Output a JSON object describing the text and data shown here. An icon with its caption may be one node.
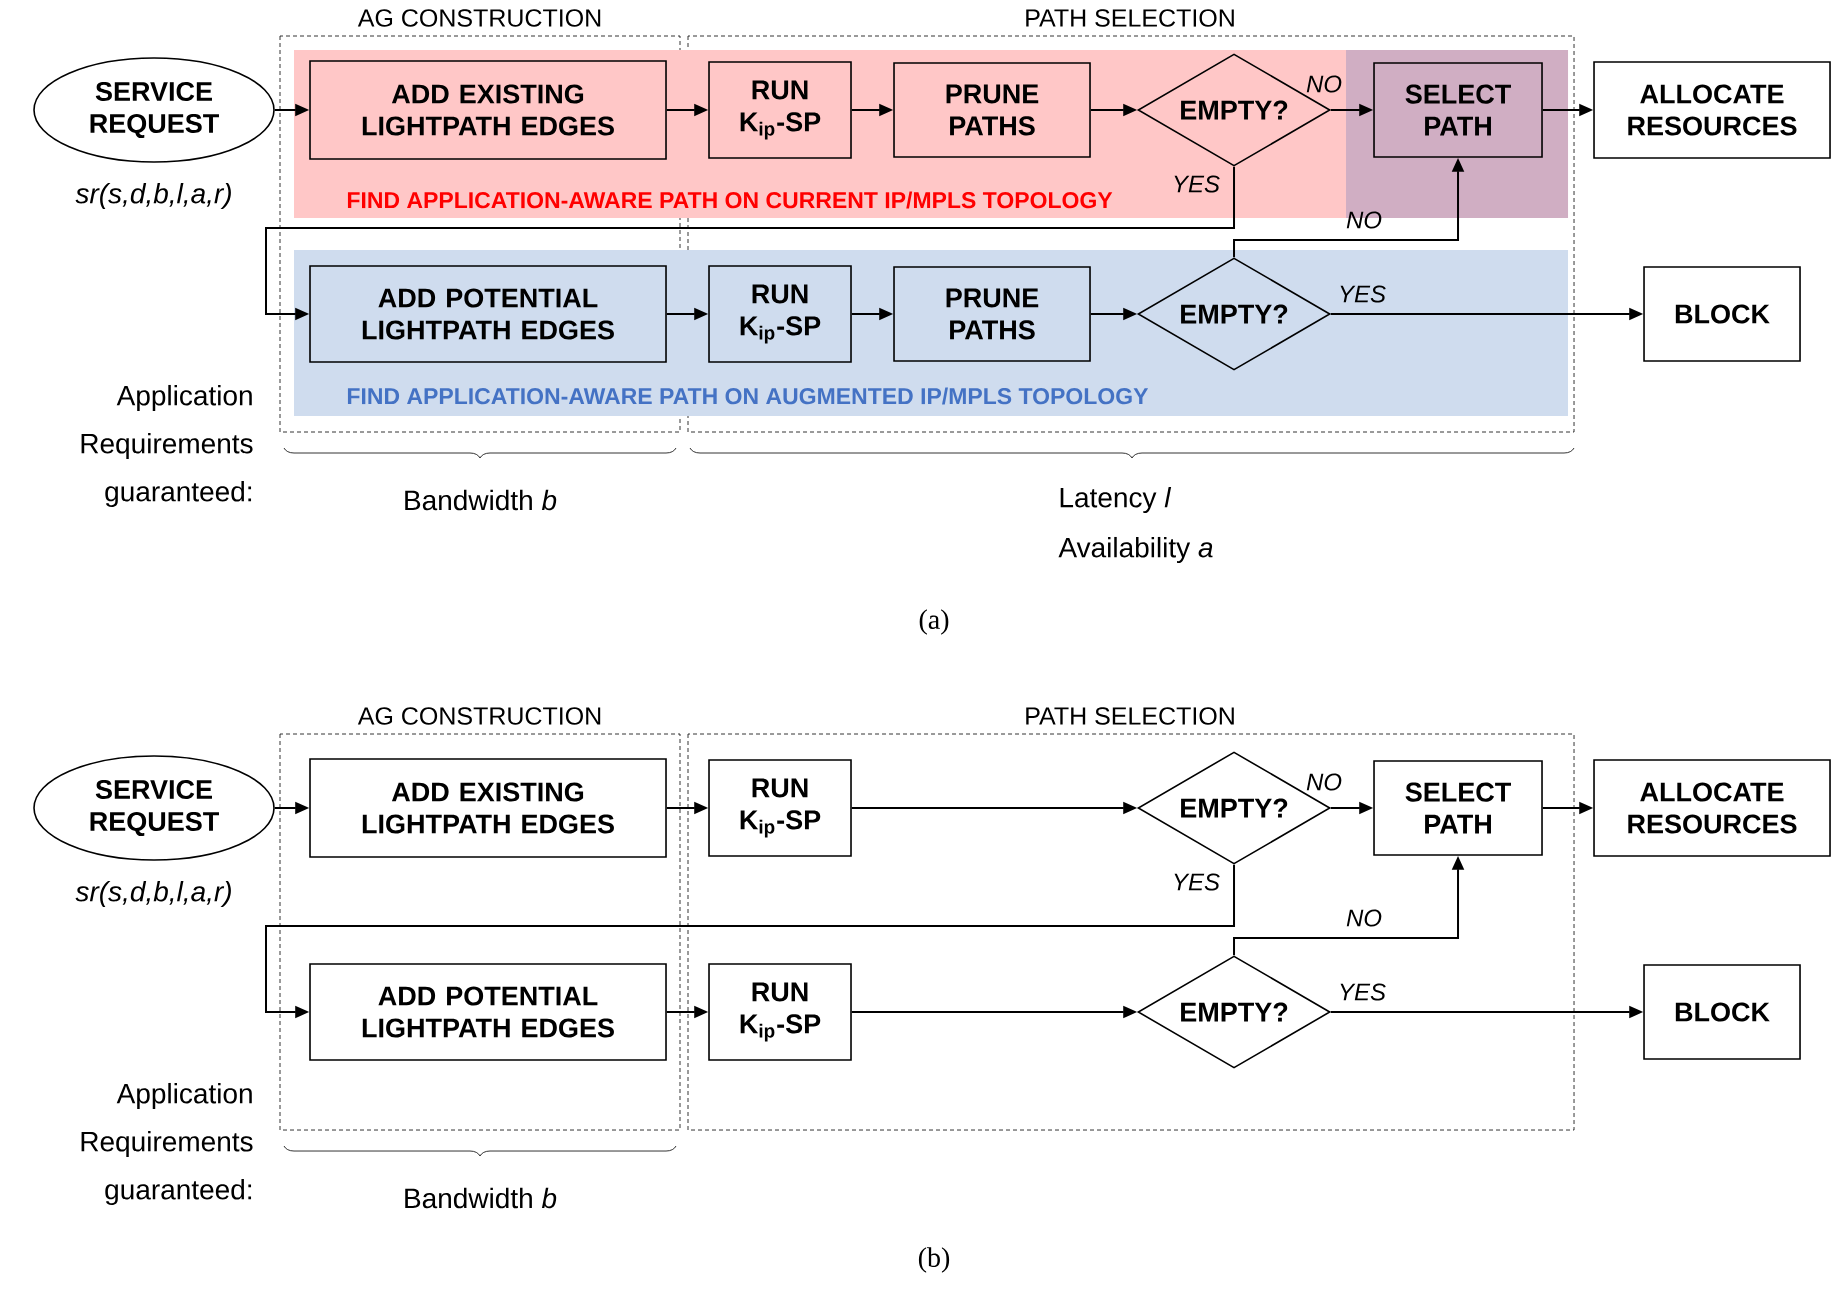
{
  "diagram": {
    "nodes": [
      {
        "text": [
          "SERVICE REQUEST"
        ],
        "beside": [
          "sr(s,d,b,l,a,r)"
        ]
      },
      {
        "text": [
          "ADD EXISTING LIGHTPATH EDGES"
        ]
      },
      {
        "text": [
          "RUN K$_{ip}$-SP"
        ]
      },
      {
        "text": [
          "PRUNE PATHS"
        ]
      },
      {
        "text": [
          "EMPTY?"
        ]
      },
      {
        "text": [
          "SELECT PATH"
        ]
      },
      {
        "text": [
          "ALLOCATE RESOURCES"
        ]
      },
      {
        "text": [
          "ADD POTENTIAL LIGHTPATH EDGES"
        ]
      },
      {
        "text": [
          "RUN K$_{ip}$-SP"
        ]
      },
      {
        "text": [
          "PRUNE PATHS"
        ]
      },
      {
        "text": [
          "EMPTY?"
        ]
      },
      {
        "text": [
          "BLOCK"
        ]
      },
      {
        "text": [
          "SERVICE REQUEST"
        ],
        "beside": [
          "sr(s,d,b,l,a,r)"
        ]
      },
      {
        "text": [
          "ADD EXISTING LIGHTPATH EDGES"
        ]
      },
      {
        "text": [
          "RUN K$_{ip}$-SP"
        ]
      },
      {
        "text": [
          "EMPTY?"
        ]
      },
      {
        "text": [
          "SELECT PATH"
        ]
      },
      {
        "text": [
          "ALLOCATE RESOURCES"
        ]
      },
      {
        "text": [
          "ADD POTENTIAL LIGHTPATH EDGES"
        ]
      },
      {
        "text": [
          "RUN K$_{ip}$-SP"
        ]
      },
      {
        "text": [
          "EMPTY?"
        ]
      },
      {
        "text": [
          "BLOCK"
        ]
      }
    ],
    "edges": [
      {
        "from": 0,
        "to": 1,
        "arrow": "to"
      },
      {
        "from": 1,
        "to": 2,
        "arrow": "to"
      },
      {
        "from": 2,
        "to": 3,
        "arrow": "to"
      },
      {
        "from": 3,
        "to": 4,
        "arrow": "to"
      },
      {
        "from": 4,
        "to": 5,
        "arrow": "to",
        "label": "NO"
      },
      {
        "from": 5,
        "to": 6,
        "arrow": "to"
      },
      {
        "from": 4,
        "to": 7,
        "arrow": "to",
        "label": "YES"
      },
      {
        "from": 7,
        "to": 8,
        "arrow": "to"
      },
      {
        "from": 8,
        "to": 9,
        "arrow": "to"
      },
      {
        "from": 9,
        "to": 10,
        "arrow": "to"
      },
      {
        "from": 10,
        "to": 5,
        "arrow": "to",
        "label": "NO"
      },
      {
        "from": 10,
        "to": 11,
        "arrow": "to",
        "label": "YES"
      },
      {
        "from": 12,
        "to": 13,
        "arrow": "to"
      },
      {
        "from": 13,
        "to": 14,
        "arrow": "to"
      },
      {
        "from": 14,
        "to": 15,
        "arrow": "to"
      },
      {
        "from": 15,
        "to": 16,
        "arrow": "to",
        "label": "NO"
      },
      {
        "from": 16,
        "to": 17,
        "arrow": "to"
      },
      {
        "from": 15,
        "to": 18,
        "arrow": "to",
        "label": "YES"
      },
      {
        "from": 18,
        "to": 19,
        "arrow": "to"
      },
      {
        "from": 19,
        "to": 20,
        "arrow": "to"
      },
      {
        "from": 20,
        "to": 16,
        "arrow": "to",
        "label": "NO"
      },
      {
        "from": 20,
        "to": 21,
        "arrow": "to",
        "label": "YES"
      }
    ],
    "labels": [
      "AG CONSTRUCTION",
      "PATH SELECTION",
      "FIND APPLICATION-AWARE PATH ON CURRENT IP/MPLS TOPOLOGY",
      "FIND APPLICATION-AWARE PATH ON AUGMENTED IP/MPLS TOPOLOGY",
      "Application Requirements guaranteed:",
      "Bandwidth *b*",
      "Latency *l*",
      "Availability *a*",
      "(a)",
      "AG CONSTRUCTION",
      "PATH SELECTION",
      "Application Requirements guaranteed:",
      "Bandwidth *b*",
      "(b)"
    ]
  }
}
